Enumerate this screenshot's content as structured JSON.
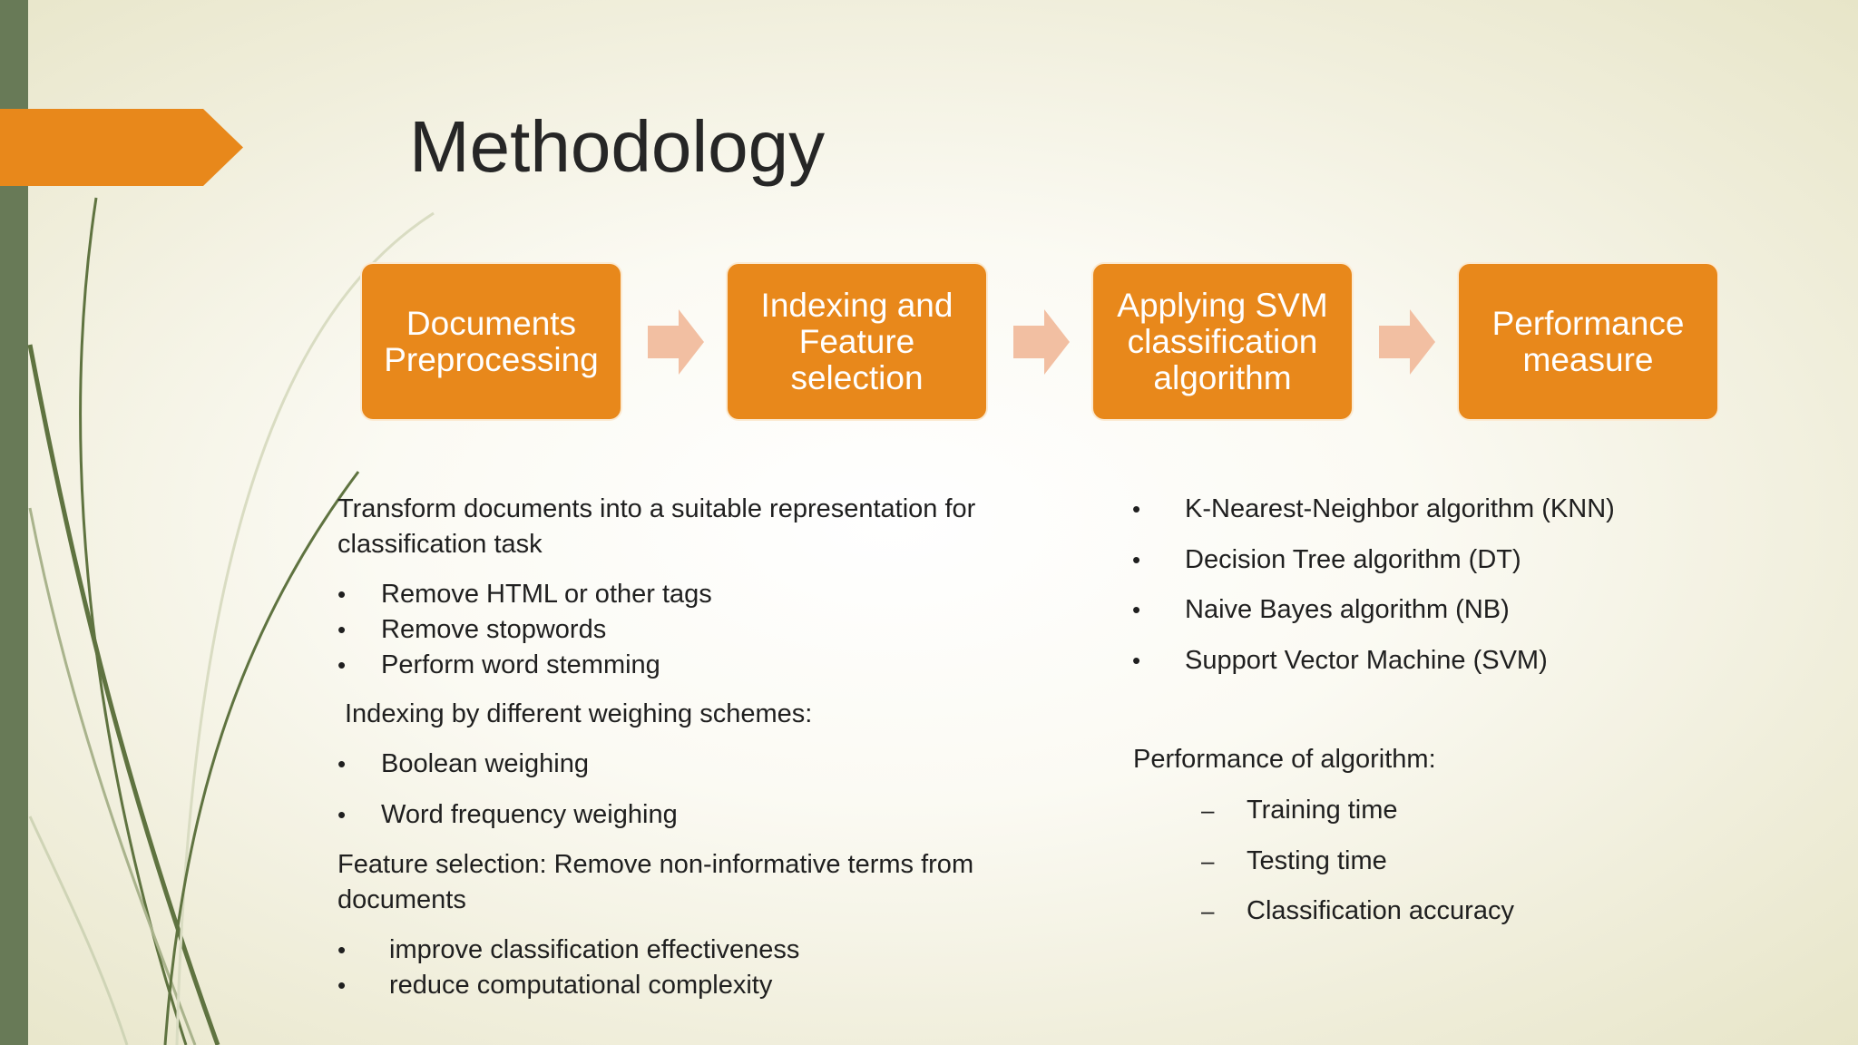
{
  "slide": {
    "title": "Methodology"
  },
  "flow": {
    "steps": [
      "Documents\nPreprocessing",
      "Indexing and\nFeature\nselection",
      "Applying SVM\nclassification\nalgorithm",
      "Performance\nmeasure"
    ]
  },
  "left": {
    "intro": "Transform documents into a suitable representation for\nclassification task",
    "intro_line1": "Transform documents into a suitable representation for",
    "intro_line2": "classification task",
    "preprocessing_items": [
      "Remove HTML or other tags",
      "Remove stopwords",
      "Perform word stemming"
    ],
    "indexing_heading": "Indexing by different weighing schemes:",
    "indexing_items": [
      "Boolean weighing",
      "Word frequency weighing"
    ],
    "feature_line1": "Feature selection: Remove non-informative terms from",
    "feature_line2": "documents",
    "feature_items": [
      "improve classification effectiveness",
      "reduce computational complexity"
    ]
  },
  "right": {
    "algorithms": [
      "K-Nearest-Neighbor algorithm (KNN)",
      "Decision Tree algorithm (DT)",
      "Naive Bayes algorithm (NB)",
      "Support Vector Machine (SVM)"
    ],
    "performance_heading": "Performance of algorithm:",
    "performance_items": [
      "Training time",
      "Testing time",
      "Classification accuracy"
    ]
  },
  "symbols": {
    "bullet": "•",
    "dash": "–"
  },
  "colors": {
    "accent_orange": "#e8881b",
    "arrow_peach": "#f2bfa2",
    "side_bar_green": "#687a57",
    "decor_green": "#5f7340"
  }
}
